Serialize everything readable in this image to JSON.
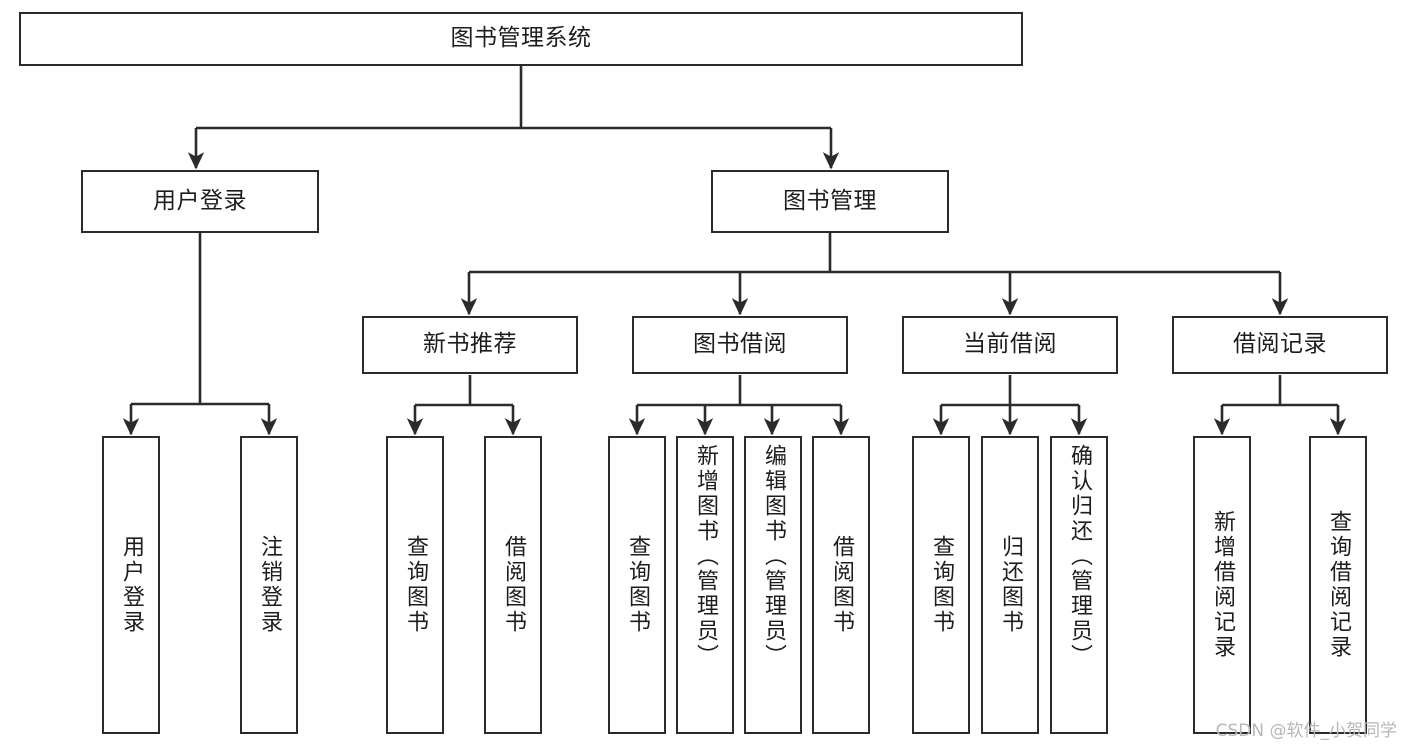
{
  "diagram": {
    "type": "tree",
    "title": "图书管理系统",
    "stroke_color": "#2b2b2b",
    "fill_color": "#ffffff",
    "text_color": "#1d1d1d",
    "levels": 4,
    "root": {
      "label": "图书管理系统"
    },
    "level2": [
      {
        "label": "用户登录"
      },
      {
        "label": "图书管理"
      }
    ],
    "level3": [
      {
        "label": "新书推荐"
      },
      {
        "label": "图书借阅"
      },
      {
        "label": "当前借阅"
      },
      {
        "label": "借阅记录"
      }
    ],
    "leaves": {
      "user_login": [
        {
          "label": "用户登录"
        },
        {
          "label": "注销登录"
        }
      ],
      "new_book_recommend": [
        {
          "label": "查询图书"
        },
        {
          "label": "借阅图书"
        }
      ],
      "book_borrow": [
        {
          "label": "查询图书"
        },
        {
          "label": "新增图书（管理员）"
        },
        {
          "label": "编辑图书（管理员）"
        },
        {
          "label": "借阅图书"
        }
      ],
      "current_borrow": [
        {
          "label": "查询图书"
        },
        {
          "label": "归还图书"
        },
        {
          "label": "确认归还（管理员）"
        }
      ],
      "borrow_record": [
        {
          "label": "新增借阅记录"
        },
        {
          "label": "查询借阅记录"
        }
      ]
    }
  },
  "watermark": {
    "text": "CSDN @软件_小贺同学",
    "color": "#b7b7b7"
  }
}
